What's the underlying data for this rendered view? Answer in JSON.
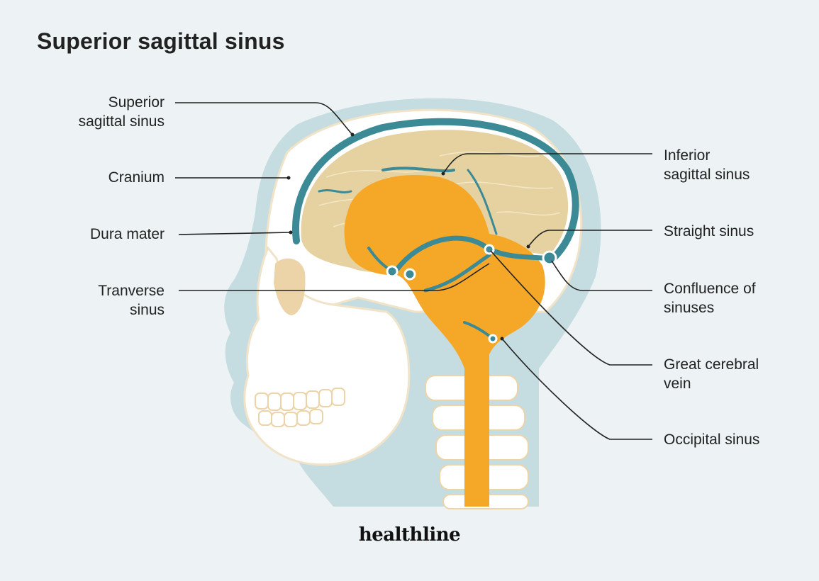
{
  "title": "Superior sagittal sinus",
  "labels": {
    "superior_sagittal_sinus": [
      "Superior",
      "sagittal sinus"
    ],
    "cranium": [
      "Cranium"
    ],
    "dura_mater": [
      "Dura mater"
    ],
    "transverse_sinus": [
      "Tranverse",
      "sinus"
    ],
    "inferior_sagittal_sinus": [
      "Inferior",
      "sagittal sinus"
    ],
    "straight_sinus": [
      "Straight sinus"
    ],
    "confluence_of_sinuses": [
      "Confluence of",
      "sinuses"
    ],
    "great_cerebral_vein": [
      "Great cerebral",
      "vein"
    ],
    "occipital_sinus": [
      "Occipital sinus"
    ]
  },
  "brand": "healthline",
  "colors": {
    "background": "#edf3f5",
    "head": "#c5dde0",
    "bone": "#ffffff",
    "bone_outline": "#f0e3c8",
    "brain": "#e5d2a0",
    "brainstem": "#f5a828",
    "sinus": "#3b8a95",
    "leader_line": "#222222"
  }
}
